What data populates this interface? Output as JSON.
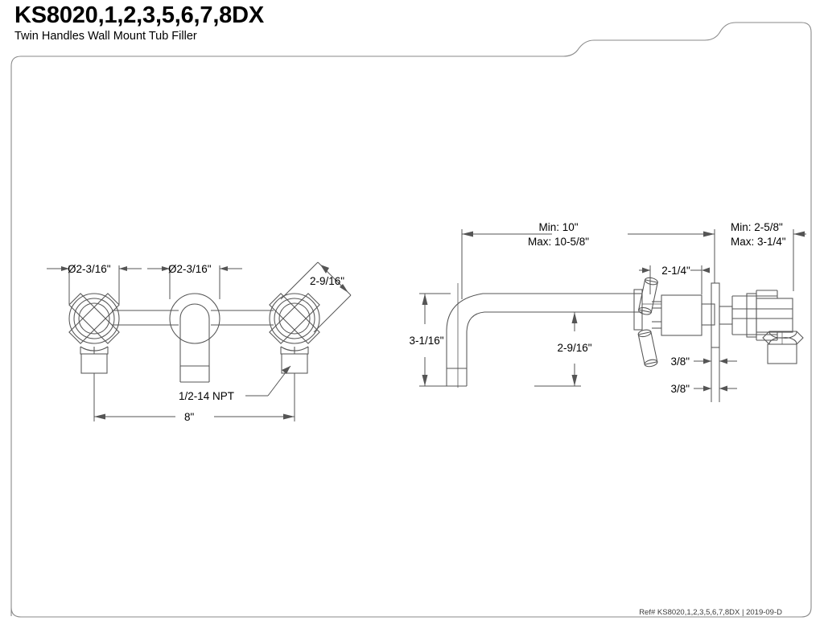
{
  "document": {
    "title": "KS8020,1,2,3,5,6,7,8DX",
    "subtitle": "Twin Handles Wall Mount Tub Filler",
    "reference": "Ref# KS8020,1,2,3,5,6,7,8DX | 2019-09-D",
    "line_color": "#555555",
    "text_color": "#000000",
    "background": "#ffffff"
  },
  "front_view": {
    "name": "front-elevation-view",
    "dimensions": {
      "left_escutcheon_diameter": "Ø2-3/16\"",
      "center_escutcheon_diameter": "Ø2-3/16\"",
      "handle_diagonal": "2-9/16\"",
      "thread_note": "1/2-14 NPT",
      "center_to_center": "8\""
    }
  },
  "side_view": {
    "name": "side-elevation-view",
    "dimensions": {
      "spout_reach_min": "Min: 10\"",
      "spout_reach_max": "Max: 10-5/8\"",
      "wall_depth_min": "Min: 2-5/8\"",
      "wall_depth_max": "Max: 3-1/4\"",
      "valve_body_length": "2-1/4\"",
      "spout_drop": "3-1/16\"",
      "spout_height": "2-9/16\"",
      "flange_thickness_upper": "3/8\"",
      "flange_thickness_lower": "3/8\""
    }
  }
}
